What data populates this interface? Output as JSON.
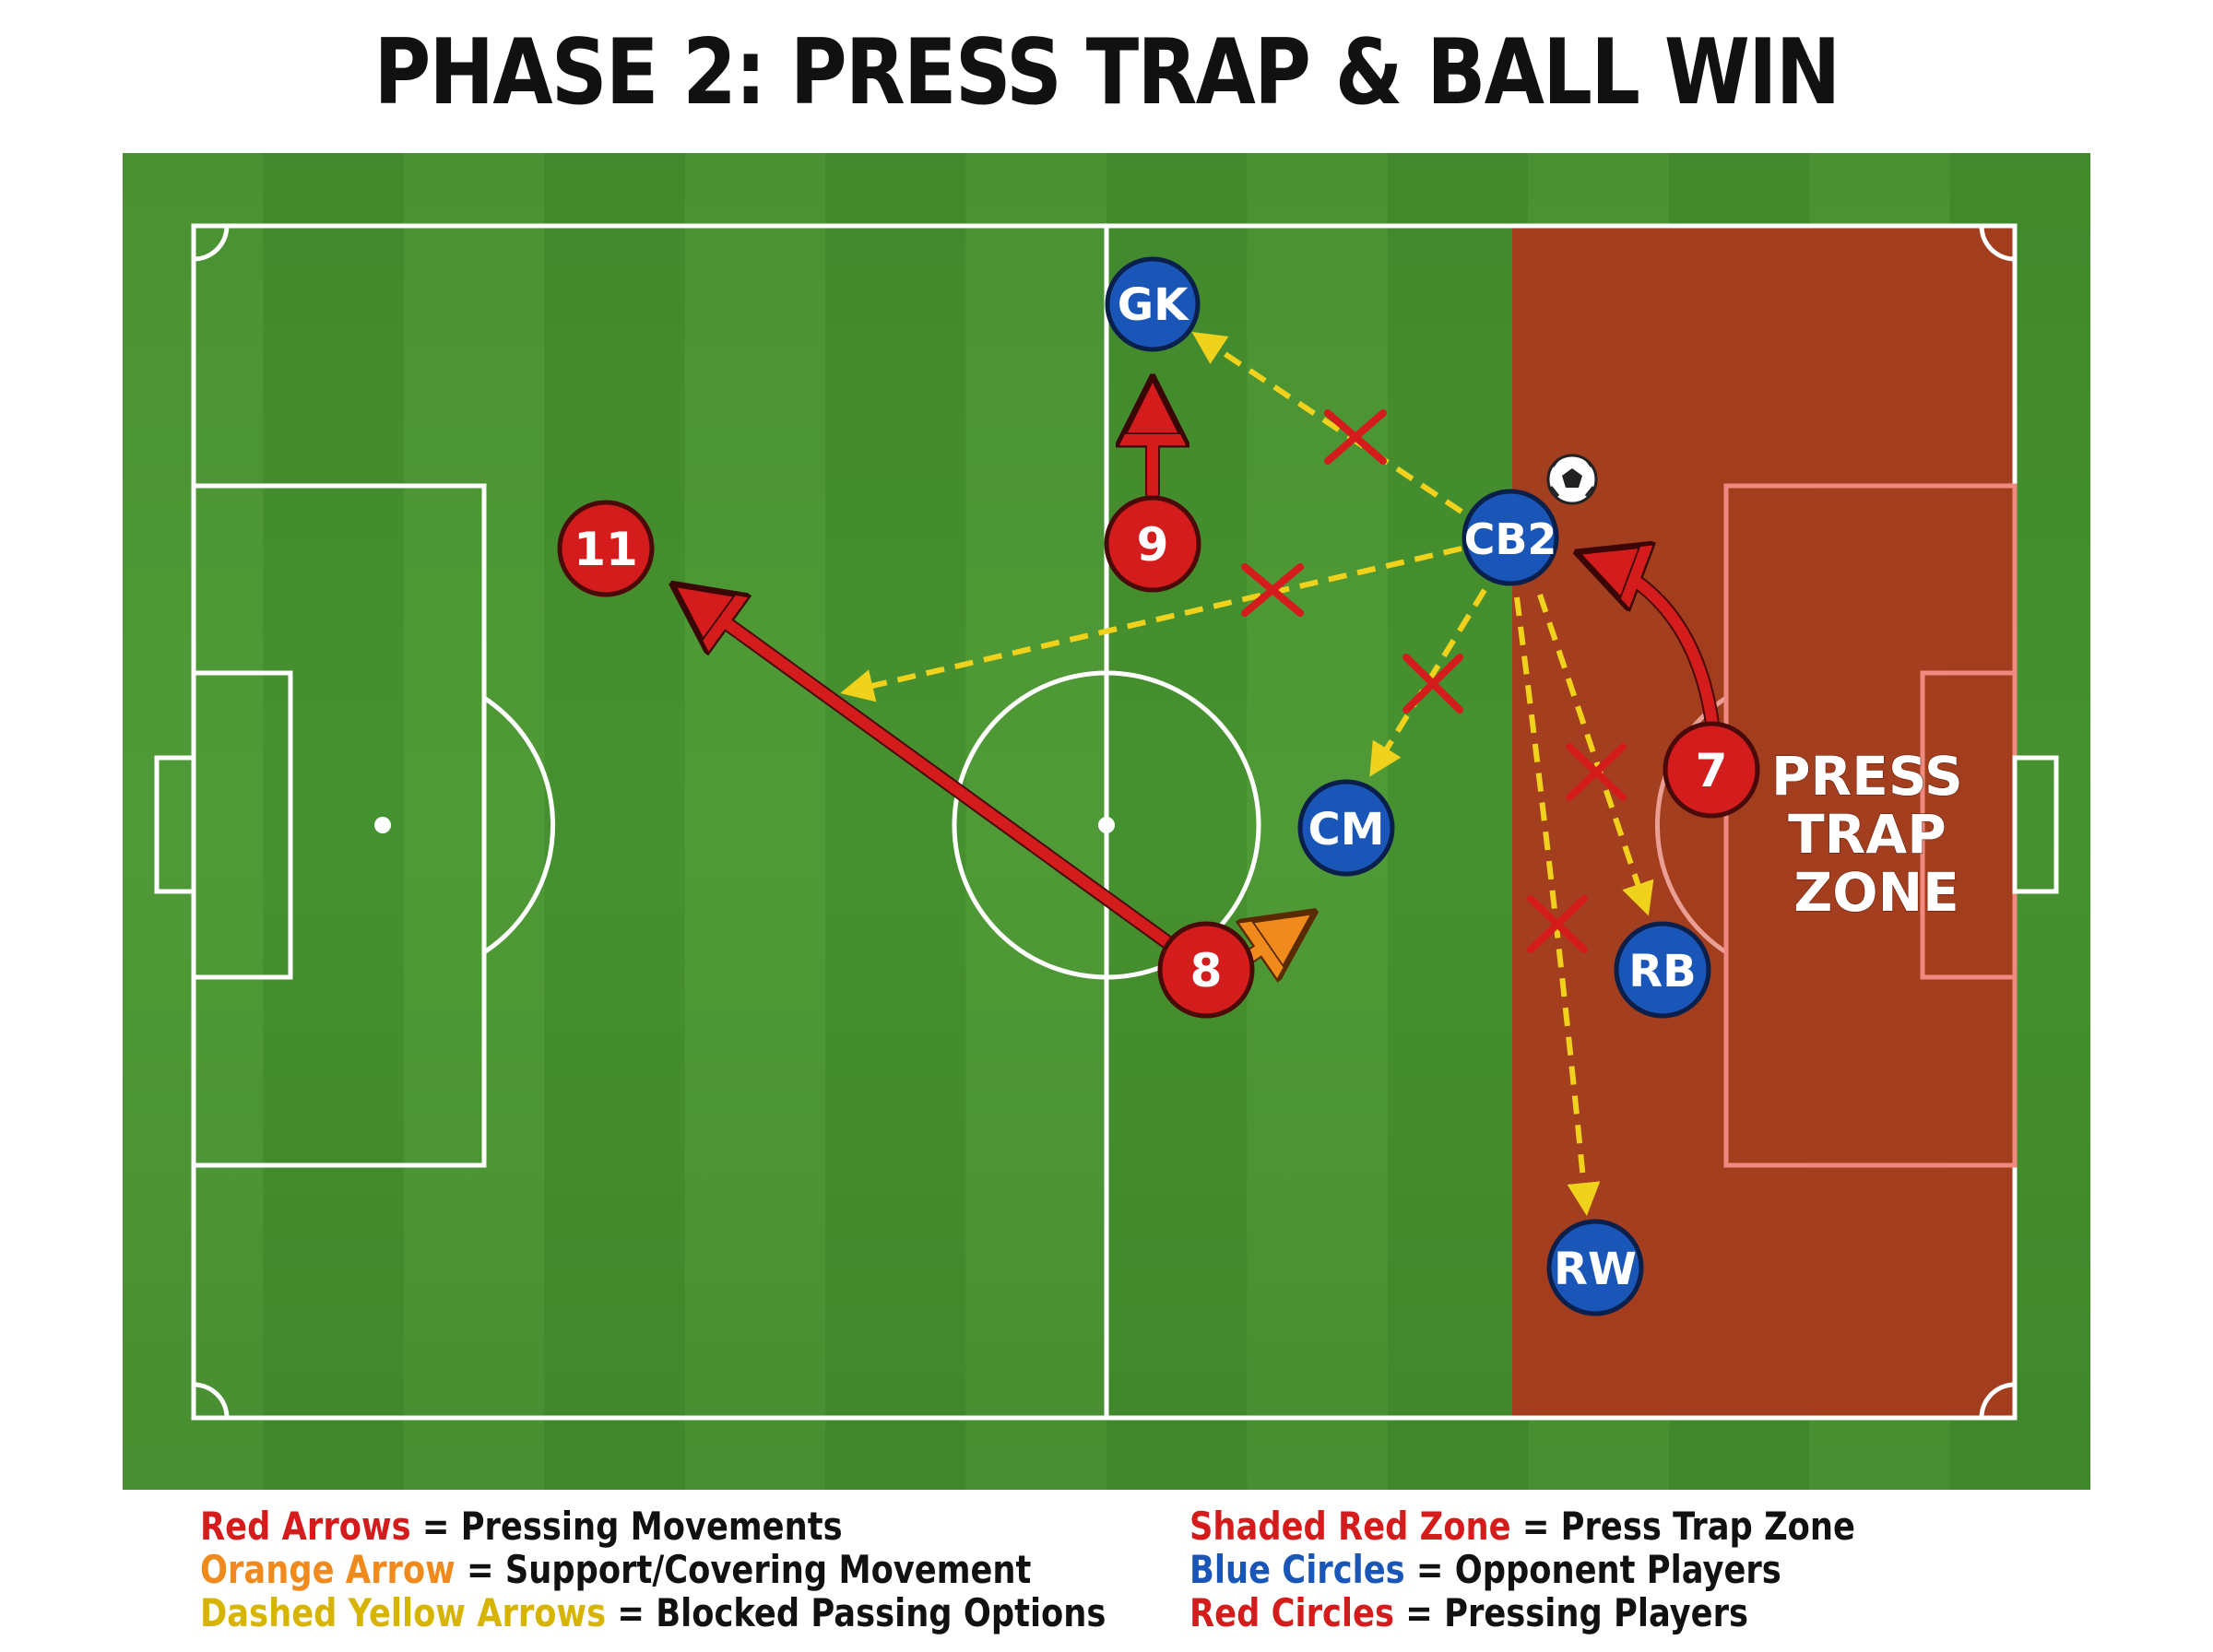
{
  "title": "PHASE 2: PRESS TRAP & BALL WIN",
  "zone_label": [
    "PRESS",
    "TRAP",
    "ZONE"
  ],
  "players": [
    {
      "id": "opp-gk",
      "label": "GK",
      "team": "opponent"
    },
    {
      "id": "opp-cb2",
      "label": "CB2",
      "team": "opponent"
    },
    {
      "id": "opp-cm",
      "label": "CM",
      "team": "opponent"
    },
    {
      "id": "opp-rb",
      "label": "RB",
      "team": "opponent"
    },
    {
      "id": "opp-rw",
      "label": "RW",
      "team": "opponent"
    },
    {
      "id": "press-11",
      "label": "11",
      "team": "pressing"
    },
    {
      "id": "press-9",
      "label": "9",
      "team": "pressing"
    },
    {
      "id": "press-8",
      "label": "8",
      "team": "pressing"
    },
    {
      "id": "press-7",
      "label": "7",
      "team": "pressing"
    }
  ],
  "legend": {
    "red_arrows": {
      "key": "Red Arrows",
      "desc": " = Pressing Movements"
    },
    "orange_arrow": {
      "key": "Orange Arrow",
      "desc": " = Support/Covering Movement"
    },
    "yellow_arrows": {
      "key": "Dashed Yellow Arrows",
      "desc": " = Blocked Passing Options"
    },
    "red_zone": {
      "key": "Shaded Red Zone",
      "desc": " = Press Trap Zone"
    },
    "blue_circles": {
      "key": "Blue Circles",
      "desc": " = Opponent Players"
    },
    "red_circles": {
      "key": "Red Circles",
      "desc": " = Pressing Players"
    }
  },
  "colors": {
    "pitch_light": "#4f9a36",
    "pitch_dark": "#3f8a2a",
    "zone": "#a8391d",
    "pressing": "#d51c1c",
    "opponent": "#1a56b8",
    "support": "#f08a1c",
    "blocked": "#f0d21c"
  }
}
